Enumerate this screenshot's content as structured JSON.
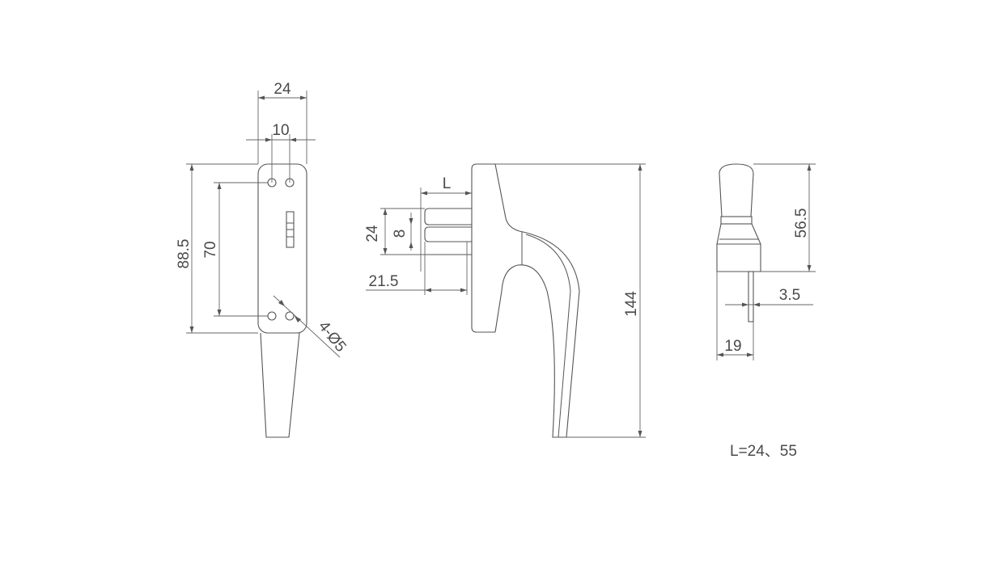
{
  "front_view": {
    "width_overall": "24",
    "hole_spacing_width": "10",
    "height_overall": "88.5",
    "hole_spacing_height": "70",
    "holes_callout": "4-Ø5"
  },
  "side_view": {
    "spindle_length": "L",
    "spindle_boss_height": "24",
    "spindle_square": "8",
    "spindle_offset": "21.5",
    "handle_height": "144"
  },
  "end_view": {
    "body_height": "56.5",
    "spindle_width": "3.5",
    "base_width": "19"
  },
  "note": "L=24、55"
}
